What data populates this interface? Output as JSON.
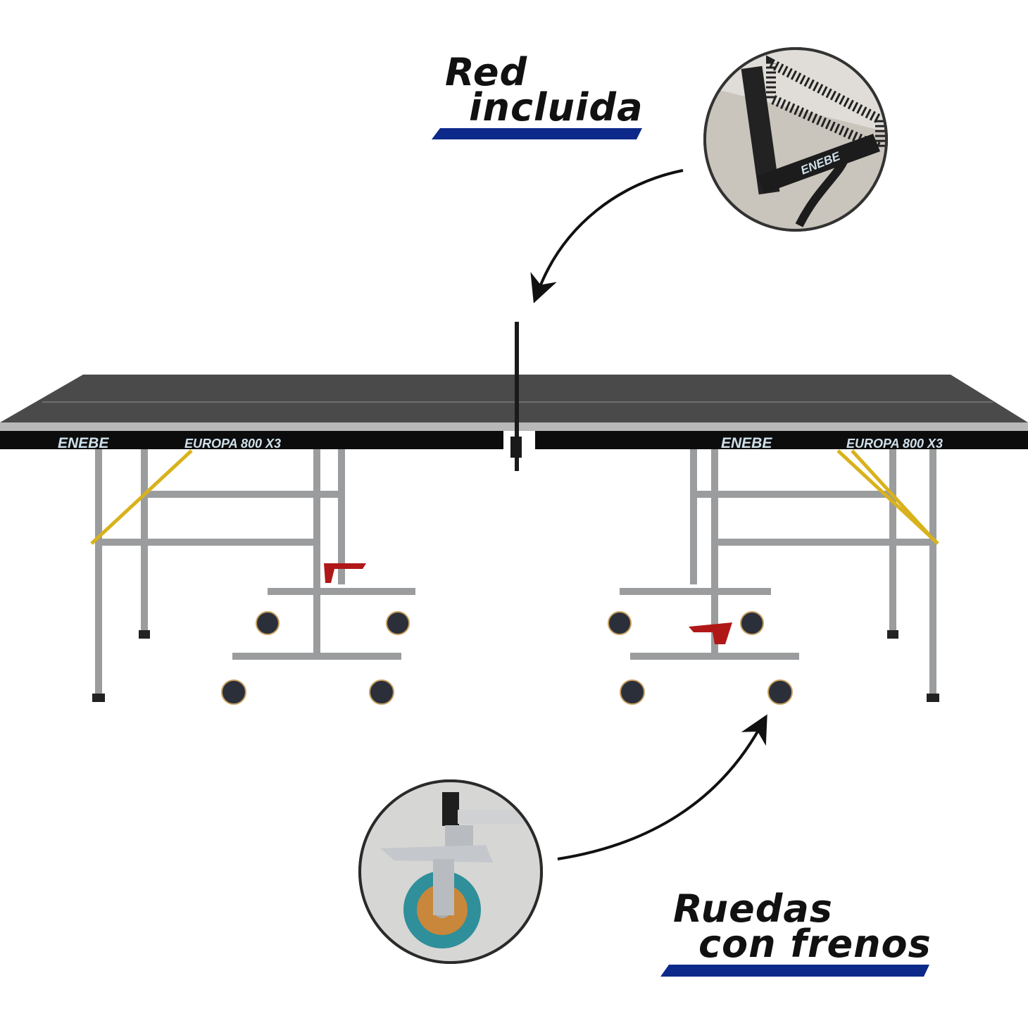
{
  "callouts": {
    "net": {
      "line1": "Red",
      "line2": "incluida"
    },
    "wheels": {
      "line1": "Ruedas",
      "line2": "con frenos"
    }
  },
  "table": {
    "brand": "ENEBE",
    "model": "EUROPA 800 X3"
  },
  "net_closeup": {
    "brand": "ENEBE"
  },
  "colors": {
    "accent_bar": "#0d2a8a",
    "table_top": "#4a4a4a",
    "frame": "#9a9c9e",
    "brace": "#d8b21c",
    "brake": "#b01818",
    "wheel": "#2f8f9a"
  }
}
